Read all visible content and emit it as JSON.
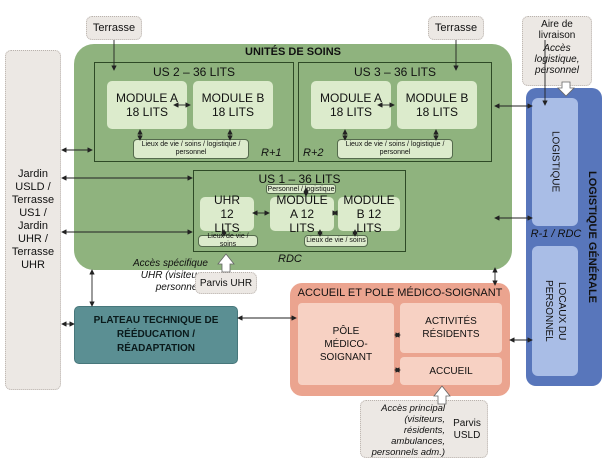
{
  "top": {
    "terrasse_left": "Terrasse",
    "terrasse_right": "Terrasse",
    "aire_livraison": "Aire de livraison",
    "acces_logistique": "Accès logistique, personnel"
  },
  "left_column": {
    "label": "Jardin USLD / Terrasse US1 / Jardin UHR / Terrasse UHR"
  },
  "unites_soins": {
    "title": "UNITÉS DE SOINS",
    "us2": {
      "title": "US 2 – 36 LITS",
      "module_a": "MODULE A 18 LITS",
      "module_b": "MODULE B 18 LITS",
      "lieux": "Lieux de vie / soins / logistique / personnel",
      "level": "R+1"
    },
    "us3": {
      "title": "US 3 – 36 LITS",
      "module_a": "MODULE A 18 LITS",
      "module_b": "MODULE B 18 LITS",
      "lieux": "Lieux de vie / soins / logistique / personnel",
      "level": "R+2"
    },
    "us1": {
      "title": "US 1 – 36 LITS",
      "personnel": "Personnel / logistique",
      "uhr": "UHR 12 LITS",
      "module_a": "MODULE A 12 LITS",
      "module_b": "MODULE B 12 LITS",
      "lieux_left": "Lieux de vie / soins",
      "lieux_right": "Lieux de vie / soins"
    },
    "rdc": "RDC"
  },
  "acces_uhr": {
    "text": "Accès spécifique UHR (visiteurs, personnels)",
    "parvis": "Parvis UHR"
  },
  "plateau": {
    "title": "PLATEAU TECHNIQUE DE RÉÉDUCATION / RÉADAPTATION"
  },
  "accueil_pole": {
    "title": "ACCUEIL ET POLE MÉDICO-SOIGNANT",
    "pole": "PÔLE MÉDICO-SOIGNANT",
    "activites": "ACTIVITÉS RÉSIDENTS",
    "accueil": "ACCUEIL"
  },
  "acces_principal": {
    "text": "Accès principal (visiteurs, résidents, ambulances, personnels adm.)",
    "parvis": "Parvis USLD"
  },
  "logistique_generale": {
    "title": "LOGISTIQUE GÉNÉRALE",
    "logistique": "LOGISTIQUE",
    "level": "R-1 / RDC",
    "locaux": "LOCAUX DU PERSONNEL"
  },
  "colors": {
    "green": "#8fb37e",
    "light_green": "#dcebcc",
    "salmon": "#eba48f",
    "light_salmon": "#f7d1c3",
    "teal": "#5b8f93",
    "blue": "#5876bb",
    "light_blue": "#a9bde6",
    "gray": "#ece8e4"
  }
}
